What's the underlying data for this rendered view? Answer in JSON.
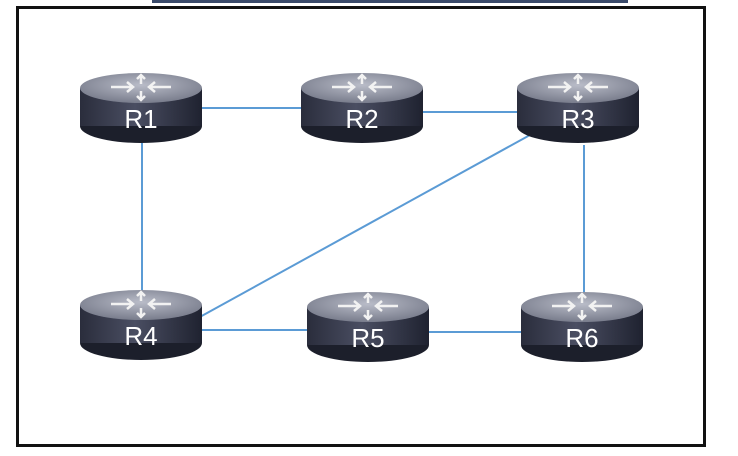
{
  "diagram": {
    "type": "network-topology",
    "link_color": "#5b9bd5",
    "routers": [
      {
        "id": "R1",
        "label": "R1"
      },
      {
        "id": "R2",
        "label": "R2"
      },
      {
        "id": "R3",
        "label": "R3"
      },
      {
        "id": "R4",
        "label": "R4"
      },
      {
        "id": "R5",
        "label": "R5"
      },
      {
        "id": "R6",
        "label": "R6"
      }
    ],
    "links": [
      [
        "R1",
        "R2"
      ],
      [
        "R2",
        "R3"
      ],
      [
        "R1",
        "R4"
      ],
      [
        "R3",
        "R4"
      ],
      [
        "R3",
        "R6"
      ],
      [
        "R4",
        "R5"
      ],
      [
        "R5",
        "R6"
      ]
    ]
  }
}
